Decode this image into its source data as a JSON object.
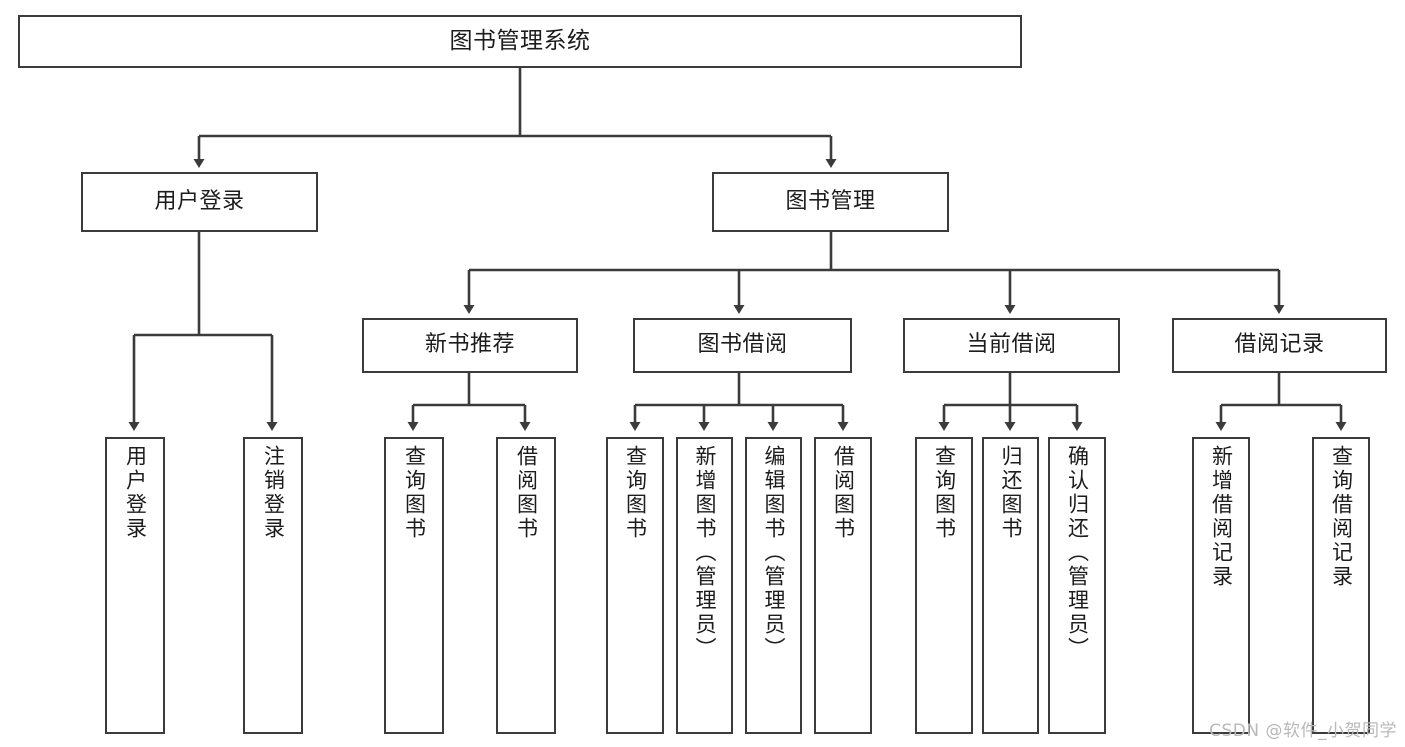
{
  "diagram": {
    "type": "tree",
    "title": "图书管理系统",
    "watermark": "CSDN @软件_小贺同学",
    "colors": {
      "stroke": "#3b3b3b",
      "fill": "#ffffff",
      "text": "#1c1c1c",
      "watermark": "#b9b9b9"
    },
    "nodes": {
      "root": {
        "label": "图书管理系统"
      },
      "level2": [
        {
          "label": "用户登录"
        },
        {
          "label": "图书管理"
        }
      ],
      "level3": [
        {
          "label": "新书推荐"
        },
        {
          "label": "图书借阅"
        },
        {
          "label": "当前借阅"
        },
        {
          "label": "借阅记录"
        }
      ],
      "leaves_user_login": [
        {
          "label": "用户登录"
        },
        {
          "label": "注销登录"
        }
      ],
      "leaves_new_book": [
        {
          "label": "查询图书"
        },
        {
          "label": "借阅图书"
        }
      ],
      "leaves_borrow": [
        {
          "label": "查询图书"
        },
        {
          "label": "新增图书（管理员）"
        },
        {
          "label": "编辑图书（管理员）"
        },
        {
          "label": "借阅图书"
        }
      ],
      "leaves_current": [
        {
          "label": "查询图书"
        },
        {
          "label": "归还图书"
        },
        {
          "label": "确认归还（管理员）"
        }
      ],
      "leaves_record": [
        {
          "label": "新增借阅记录"
        },
        {
          "label": "查询借阅记录"
        }
      ]
    }
  }
}
